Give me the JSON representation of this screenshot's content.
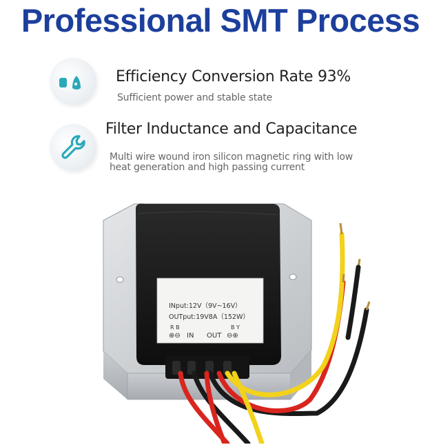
{
  "headline": "Professional SMT Process",
  "features": [
    {
      "icon": "droplets-icon",
      "title": "Efficiency Conversion Rate 93%",
      "subtitle": "Sufficient power and stable state"
    },
    {
      "icon": "wrench-icon",
      "title": "Filter Inductance and Capacitance",
      "subtitle_line1": "Multi wire wound iron silicon magnetic ring with low",
      "subtitle_line2": "heat generation and high passing current"
    }
  ],
  "product_label": {
    "input": "INput:12V（9V~16V）",
    "output": "OUTput:19V8A（152W）",
    "in_terminals": "R B",
    "in_text": "IN",
    "out_text": "OUT",
    "out_terminals": "B Y"
  },
  "colors": {
    "headline": "#1d3f9c",
    "icon_teal": "#2aa9b8",
    "wire_red": "#d8261e",
    "wire_black": "#1a1a1a",
    "wire_yellow": "#f2d21b"
  }
}
